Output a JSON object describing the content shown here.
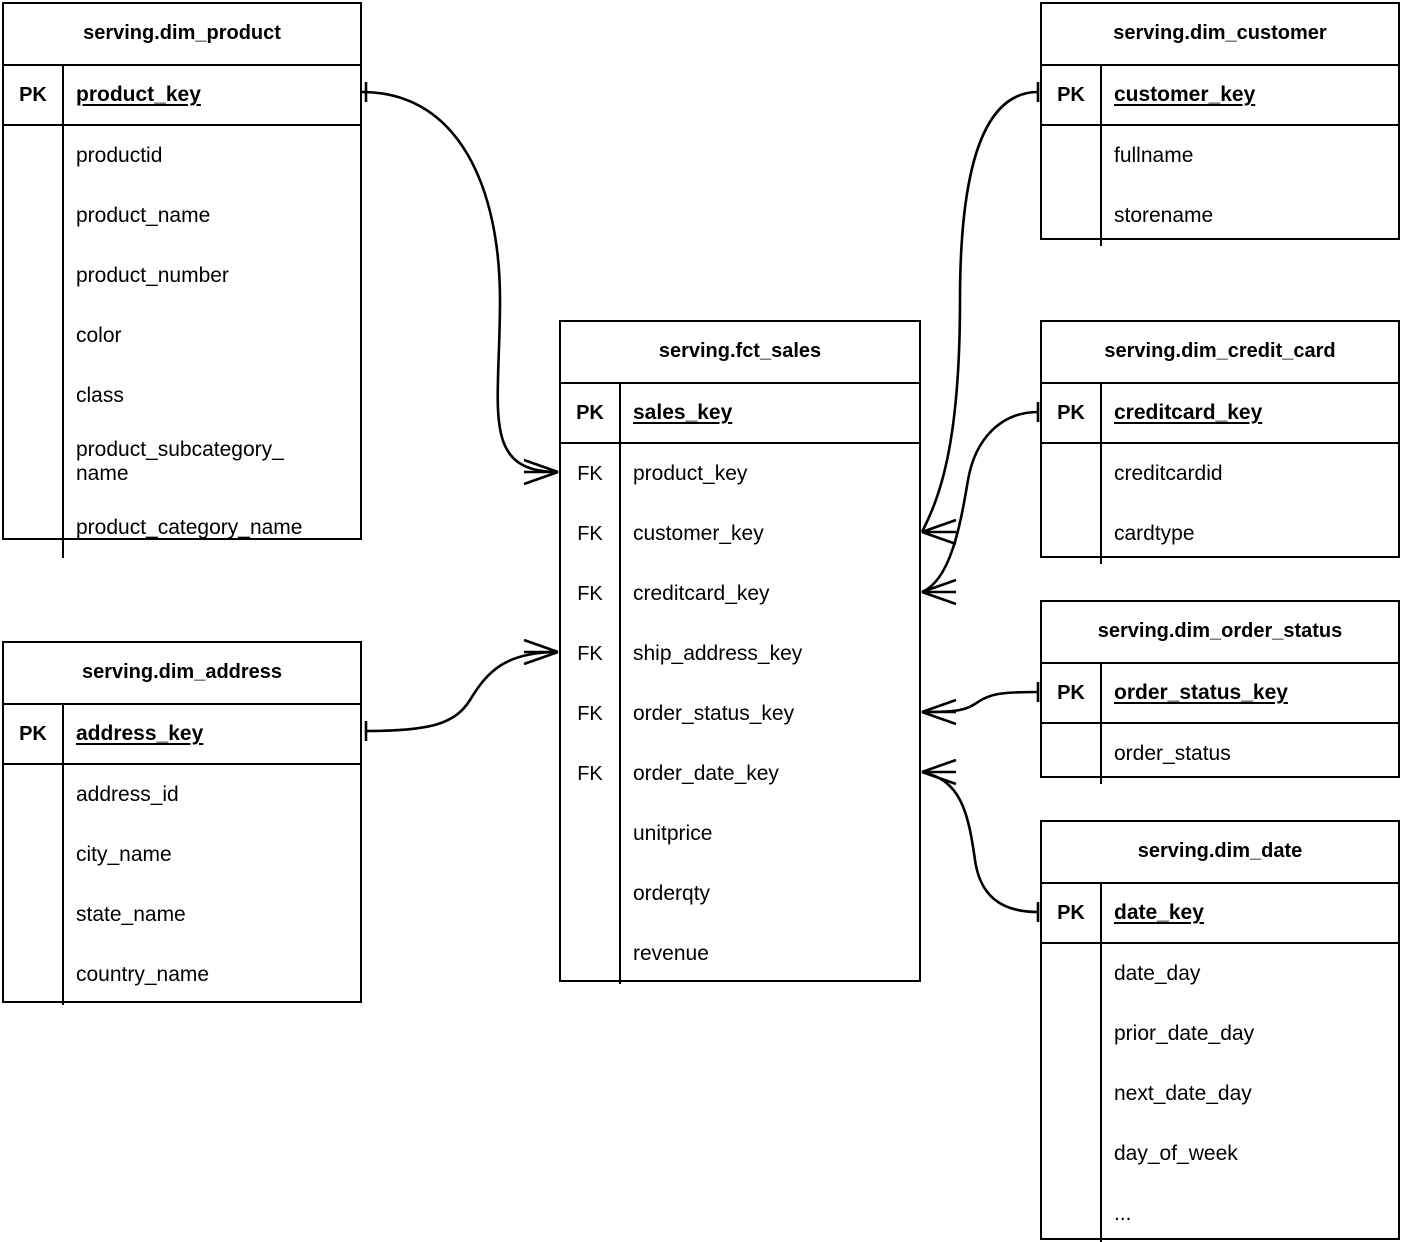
{
  "diagram": {
    "type": "entity-relationship-diagram",
    "title": "serving layer star schema",
    "line_color": "#000000",
    "background": "#ffffff"
  },
  "entities": [
    {
      "id": "dim_product",
      "name": "serving.dim_product",
      "pk_label": "PK",
      "pk_field": "product_key",
      "attributes": [
        "productid",
        "product_name",
        "product_number",
        "color",
        "class",
        "product_subcategory_\nname",
        "product_category_name"
      ]
    },
    {
      "id": "dim_address",
      "name": "serving.dim_address",
      "pk_label": "PK",
      "pk_field": "address_key",
      "attributes": [
        "address_id",
        "city_name",
        "state_name",
        "country_name"
      ]
    },
    {
      "id": "fct_sales",
      "name": "serving.fct_sales",
      "pk_label": "PK",
      "pk_field": "sales_key",
      "fk_label": "FK",
      "fk_fields": [
        "product_key",
        "customer_key",
        "creditcard_key",
        "ship_address_key",
        "order_status_key",
        "order_date_key"
      ],
      "measures": [
        "unitprice",
        "orderqty",
        "revenue"
      ]
    },
    {
      "id": "dim_customer",
      "name": "serving.dim_customer",
      "pk_label": "PK",
      "pk_field": "customer_key",
      "attributes": [
        "fullname",
        "storename"
      ]
    },
    {
      "id": "dim_credit_card",
      "name": "serving.dim_credit_card",
      "pk_label": "PK",
      "pk_field": "creditcard_key",
      "attributes": [
        "creditcardid",
        "cardtype"
      ]
    },
    {
      "id": "dim_order_status",
      "name": "serving.dim_order_status",
      "pk_label": "PK",
      "pk_field": "order_status_key",
      "attributes": [
        "order_status"
      ]
    },
    {
      "id": "dim_date",
      "name": "serving.dim_date",
      "pk_label": "PK",
      "pk_field": "date_key",
      "attributes": [
        "date_day",
        "prior_date_day",
        "next_date_day",
        "day_of_week",
        "..."
      ]
    }
  ],
  "relationships": [
    {
      "from": "dim_product.product_key",
      "to": "fct_sales.product_key",
      "from_cardinality": "one",
      "to_cardinality": "many"
    },
    {
      "from": "dim_address.address_key",
      "to": "fct_sales.ship_address_key",
      "from_cardinality": "one",
      "to_cardinality": "many"
    },
    {
      "from": "dim_customer.customer_key",
      "to": "fct_sales.customer_key",
      "from_cardinality": "one",
      "to_cardinality": "many"
    },
    {
      "from": "dim_credit_card.creditcard_key",
      "to": "fct_sales.creditcard_key",
      "from_cardinality": "one",
      "to_cardinality": "many"
    },
    {
      "from": "dim_order_status.order_status_key",
      "to": "fct_sales.order_status_key",
      "from_cardinality": "one",
      "to_cardinality": "many"
    },
    {
      "from": "dim_date.date_key",
      "to": "fct_sales.order_date_key",
      "from_cardinality": "one",
      "to_cardinality": "many"
    }
  ]
}
